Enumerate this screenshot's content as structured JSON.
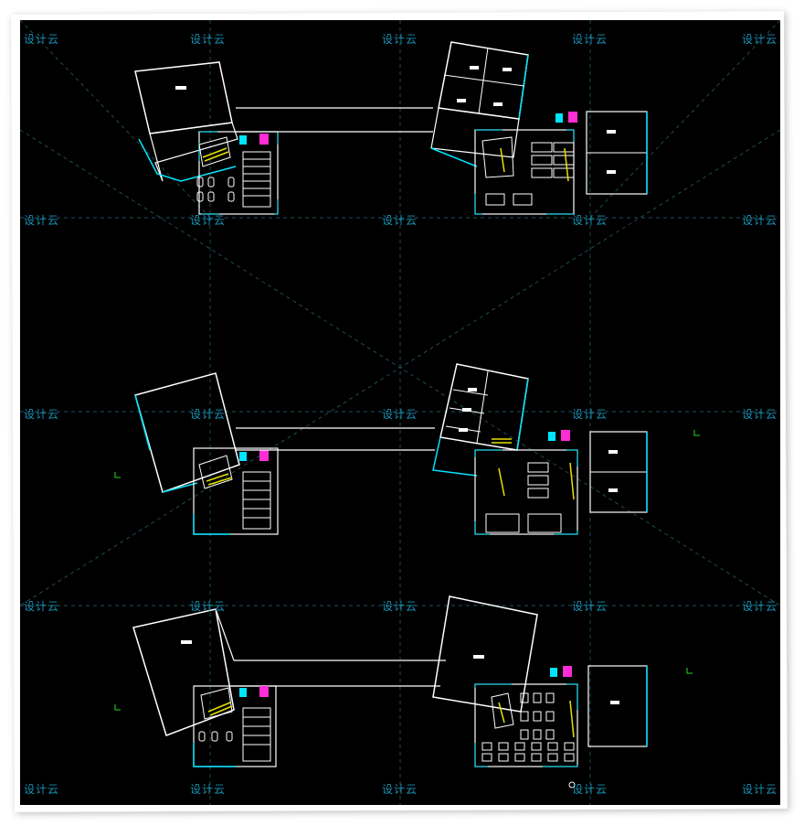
{
  "watermark": {
    "text": "设计云",
    "color": "#1ba0c8"
  },
  "drawing": {
    "background": "#000000",
    "wall_color": "#ffffff",
    "cyan_color": "#00e5ff",
    "stair_color": "#e8e000",
    "magenta_color": "#ff2dd6",
    "grid_color": "#2a6a7a",
    "levels": [
      "floor-plan-upper",
      "floor-plan-middle",
      "floor-plan-lower"
    ]
  }
}
